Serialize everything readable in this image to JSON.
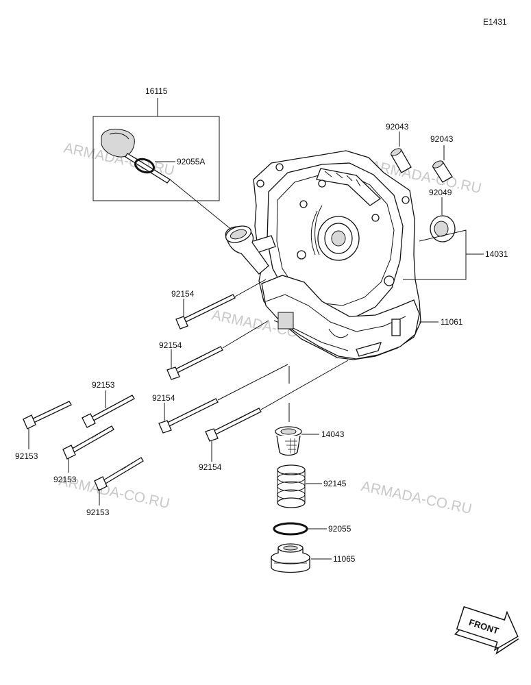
{
  "diagram_code": "E1431",
  "watermark": "ARMADA-CO.RU",
  "front_label": "FRONT",
  "labels": {
    "oil_gauge": "16115",
    "oring_a": "92055A",
    "collar_1": "92043",
    "collar_2": "92043",
    "oil_seal": "92049",
    "seal_kit": "14031",
    "cover": "11061",
    "bolt_a": "92154",
    "bolt_b": "92154",
    "bolt_c": "92154",
    "bolt_d": "92154",
    "bolt_e_top": "92153",
    "bolt_e_left": "92153",
    "bolt_e_mid": "92153",
    "bolt_e_bottom": "92153",
    "strainer": "14043",
    "spring": "92145",
    "oring": "92055",
    "cap": "11065"
  }
}
